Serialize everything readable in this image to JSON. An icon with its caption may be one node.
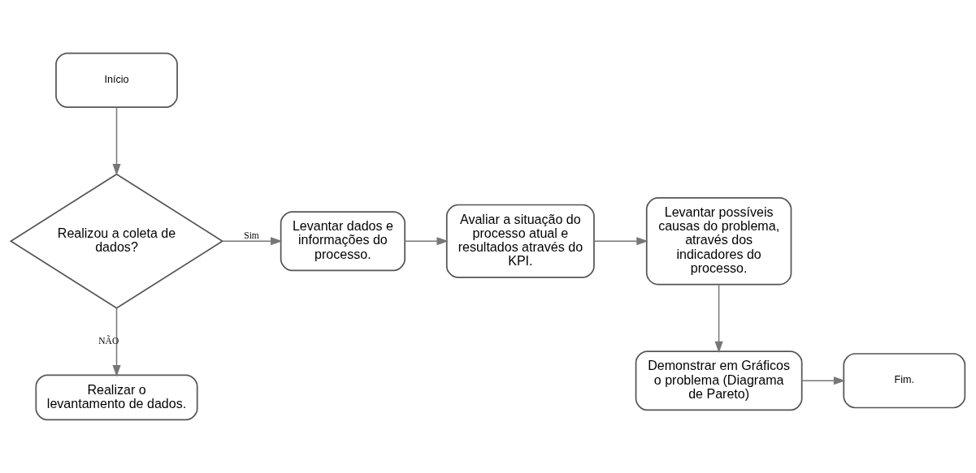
{
  "diagram": {
    "nodes": [
      {
        "text": [
          "Início"
        ]
      },
      {
        "text": [
          "Realizou a coleta de dados?"
        ]
      },
      {
        "text": [
          "Levantar dados e informações do processo."
        ]
      },
      {
        "text": [
          "Avaliar a situação do processo atual e resultados através do KPI."
        ]
      },
      {
        "text": [
          "Levantar possíveis causas do problema, através dos indicadores do processo."
        ]
      },
      {
        "text": [
          "Demonstrar em Gráficos o problema (Diagrama de Pareto)"
        ]
      },
      {
        "text": [
          "Fim."
        ]
      },
      {
        "text": [
          "Realizar o levantamento de dados."
        ]
      }
    ],
    "edges": [
      {
        "from": 0,
        "to": 1,
        "arrow": "to"
      },
      {
        "from": 1,
        "to": 2,
        "arrow": "to",
        "label": "Sim"
      },
      {
        "from": 2,
        "to": 3,
        "arrow": "to"
      },
      {
        "from": 3,
        "to": 4,
        "arrow": "to"
      },
      {
        "from": 4,
        "to": 5,
        "arrow": "to"
      },
      {
        "from": 5,
        "to": 6,
        "arrow": "to"
      },
      {
        "from": 1,
        "to": 7,
        "arrow": "to",
        "label": "NÃO"
      }
    ]
  }
}
